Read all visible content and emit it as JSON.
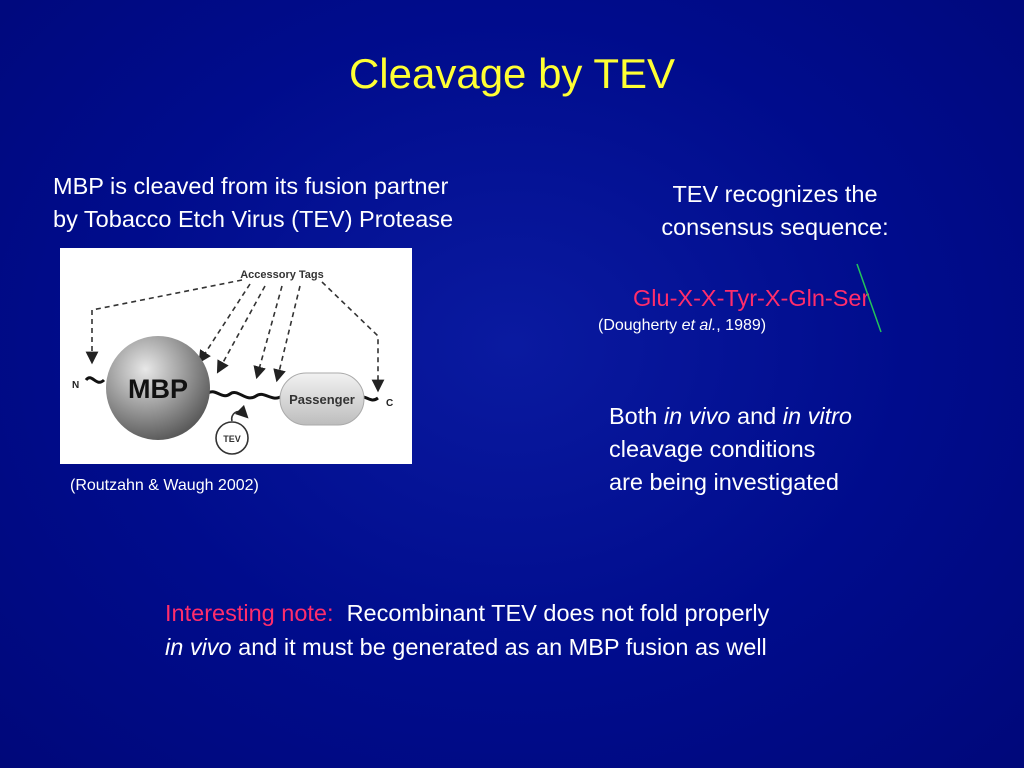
{
  "slide": {
    "title": "Cleavage by TEV",
    "intro": {
      "line1": "MBP is cleaved from its fusion partner",
      "line2": "by Tobacco Etch Virus (TEV) Protease"
    },
    "diagram": {
      "accessory_tags": "Accessory Tags",
      "n_term": "N",
      "c_term": "C",
      "mbp": "MBP",
      "passenger": "Passenger",
      "tev": "TEV"
    },
    "diagram_citation": "(Routzahn & Waugh 2002)",
    "recognition": {
      "line1": "TEV recognizes the",
      "line2": "consensus sequence:"
    },
    "sequence": "Glu-X-X-Tyr-X-Gln-Ser",
    "sequence_citation": {
      "pre": "(Dougherty ",
      "italic": "et al.",
      "post": ", 1989)"
    },
    "conditions": {
      "w1": "Both ",
      "i1": "in vivo",
      "w2": " and ",
      "i2": "in vitro",
      "line2": "cleavage conditions",
      "line3": "are being investigated"
    },
    "note": {
      "label": "Interesting note:",
      "text1": "  Recombinant TEV does not fold properly",
      "italic": "in vivo",
      "text2": " and it must be generated as an MBP fusion as well"
    }
  },
  "colors": {
    "background": "#000c8f",
    "title": "#ffff33",
    "highlight": "#ff2d6b",
    "cleavage_line": "#22c35a"
  }
}
